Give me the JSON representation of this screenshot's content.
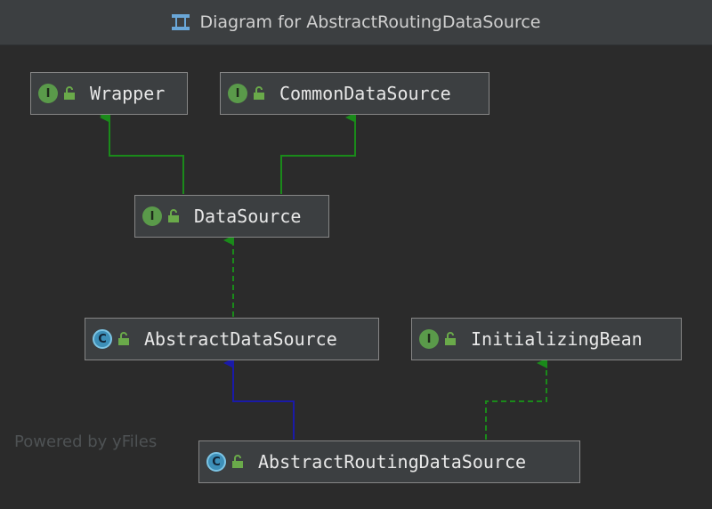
{
  "window": {
    "title": "Diagram for AbstractRoutingDataSource"
  },
  "nodes": {
    "wrapper": {
      "kind": "I",
      "label": "Wrapper"
    },
    "common_data_source": {
      "kind": "I",
      "label": "CommonDataSource"
    },
    "data_source": {
      "kind": "I",
      "label": "DataSource"
    },
    "abstract_data_source": {
      "kind": "C",
      "label": "AbstractDataSource"
    },
    "initializing_bean": {
      "kind": "I",
      "label": "InitializingBean"
    },
    "abstract_routing_data_source": {
      "kind": "C",
      "label": "AbstractRoutingDataSource"
    }
  },
  "edges": [
    {
      "from": "data_source",
      "to": "wrapper",
      "type": "extends-interface",
      "color": "#1a8a1a",
      "style": "solid"
    },
    {
      "from": "data_source",
      "to": "common_data_source",
      "type": "extends-interface",
      "color": "#1a8a1a",
      "style": "solid"
    },
    {
      "from": "abstract_data_source",
      "to": "data_source",
      "type": "implements",
      "color": "#1a8a1a",
      "style": "dashed"
    },
    {
      "from": "abstract_routing_data_source",
      "to": "abstract_data_source",
      "type": "extends",
      "color": "#1a1aa8",
      "style": "solid"
    },
    {
      "from": "abstract_routing_data_source",
      "to": "initializing_bean",
      "type": "implements",
      "color": "#1a8a1a",
      "style": "dashed"
    }
  ],
  "footer": {
    "watermark": "Powered by yFiles"
  },
  "colors": {
    "interface_badge": "#5a9a4a",
    "class_badge": "#3d8fb8",
    "edge_green": "#1a8a1a",
    "edge_blue": "#1a1aa8"
  }
}
